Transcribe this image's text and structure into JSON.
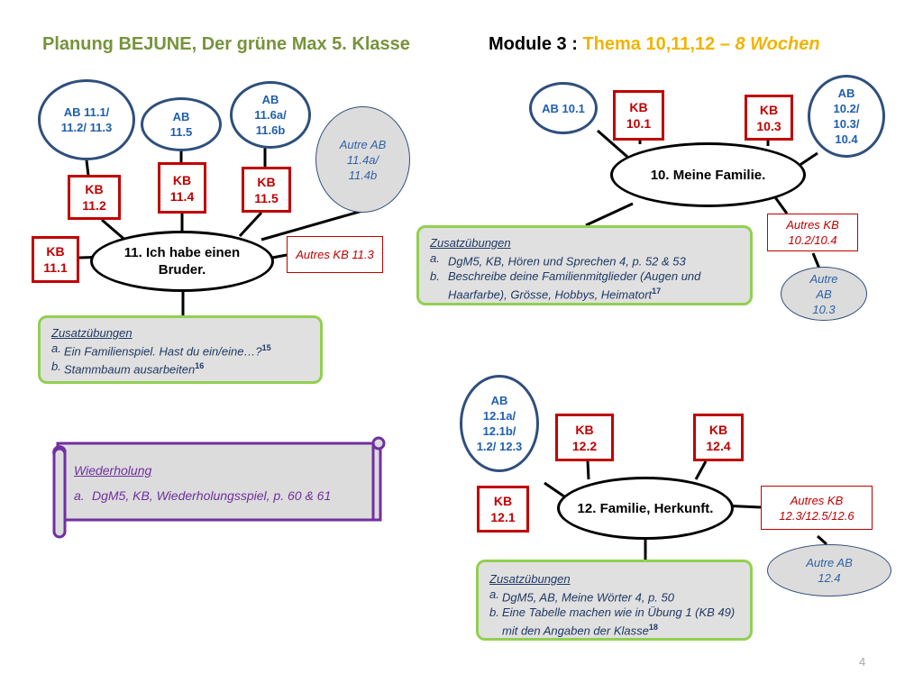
{
  "title": {
    "left": "Planung BEJUNE, Der grüne Max 5. Klasse",
    "module": "Module 3 : ",
    "thema": "Thema 10,11,12 – ",
    "wochen": "8 Wochen"
  },
  "topic11": {
    "label": "11. Ich habe einen Bruder.",
    "ab_1": "AB 11.1/ 11.2/ 11.3",
    "ab_2": "AB 11.5",
    "ab_3": "AB 11.6a/ 11.6b",
    "autre_ab": "Autre AB 11.4a/ 11.4b",
    "kb_1": "KB 11.1",
    "kb_2": "KB 11.2",
    "kb_3": "KB 11.4",
    "kb_4": "KB 11.5",
    "autres_kb": "Autres KB 11.3",
    "zusatz": {
      "heading": "Zusatzübungen",
      "items": [
        {
          "marker": "a.",
          "text": "Ein Familienspiel. Hast du ein/eine…?",
          "ref": "15"
        },
        {
          "marker": "b.",
          "text": "Stammbaum ausarbeiten",
          "ref": "16"
        }
      ]
    }
  },
  "topic10": {
    "label": "10. Meine Familie.",
    "ab_1": "AB 10.1",
    "ab_2": "AB 10.2/ 10.3/ 10.4",
    "autre_ab": "Autre AB 10.3",
    "kb_1": "KB 10.1",
    "kb_2": "KB 10.3",
    "autres_kb": "Autres KB 10.2/10.4",
    "zusatz": {
      "heading": "Zusatzübungen",
      "items": [
        {
          "marker": "a.",
          "text": "DgM5, KB, Hören und Sprechen 4, p. 52 & 53",
          "ref": ""
        },
        {
          "marker": "b.",
          "text": "Beschreibe deine Familienmitglieder  (Augen und Haarfarbe), Grösse, Hobbys, Heimatort",
          "ref": "17"
        }
      ]
    }
  },
  "topic12": {
    "label": "12. Familie, Herkunft.",
    "ab_1": "AB 12.1a/ 12.1b/ 1.2/ 12.3",
    "autre_ab": "Autre AB 12.4",
    "kb_1": "KB 12.1",
    "kb_2": "KB 12.2",
    "kb_3": "KB 12.4",
    "autres_kb": "Autres KB 12.3/12.5/12.6",
    "zusatz": {
      "heading": "Zusatzübungen",
      "items": [
        {
          "marker": "a.",
          "text": "DgM5, AB, Meine Wörter 4, p. 50",
          "ref": ""
        },
        {
          "marker": "b.",
          "text": "Eine Tabelle machen wie in Übung  1 (KB 49) mit den Angaben der Klasse",
          "ref": "18"
        }
      ]
    }
  },
  "wiederholung": {
    "heading": "Wiederholung",
    "items": [
      {
        "marker": "a.",
        "text": "DgM5, KB, Wiederholungsspiel, p. 60 & 61"
      }
    ]
  },
  "page_number": "4",
  "colors": {
    "ab_border": "#2f4f7c",
    "kb_border": "#c00000",
    "zusatz_border": "#92d050",
    "scroll_border": "#7030a0",
    "title_left": "#77933c",
    "title_accent": "#f0b400"
  }
}
